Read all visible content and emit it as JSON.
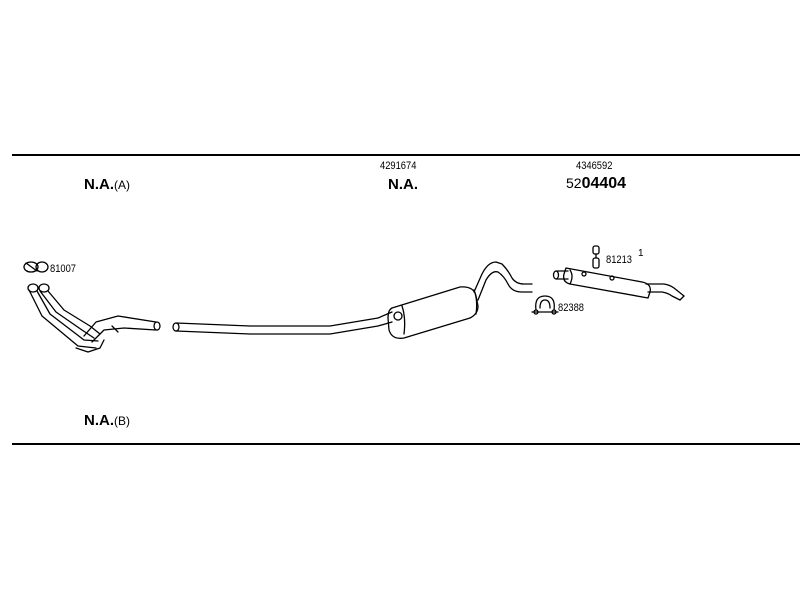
{
  "sections": {
    "a": {
      "label": "N.A.",
      "suffix": "(A)"
    },
    "b": {
      "label": "N.A.",
      "suffix": "(B)"
    }
  },
  "parts": {
    "front_pipe_clamp": "81007",
    "middle_muffler_number": "4291674",
    "middle_muffler_status": "N.A.",
    "rear_muffler_number": "4346592",
    "rear_muffler_prefix": "52",
    "rear_muffler_code": "04404",
    "rubber_hanger": "81213",
    "rubber_hanger_qty": "1",
    "rear_clamp": "82388"
  }
}
